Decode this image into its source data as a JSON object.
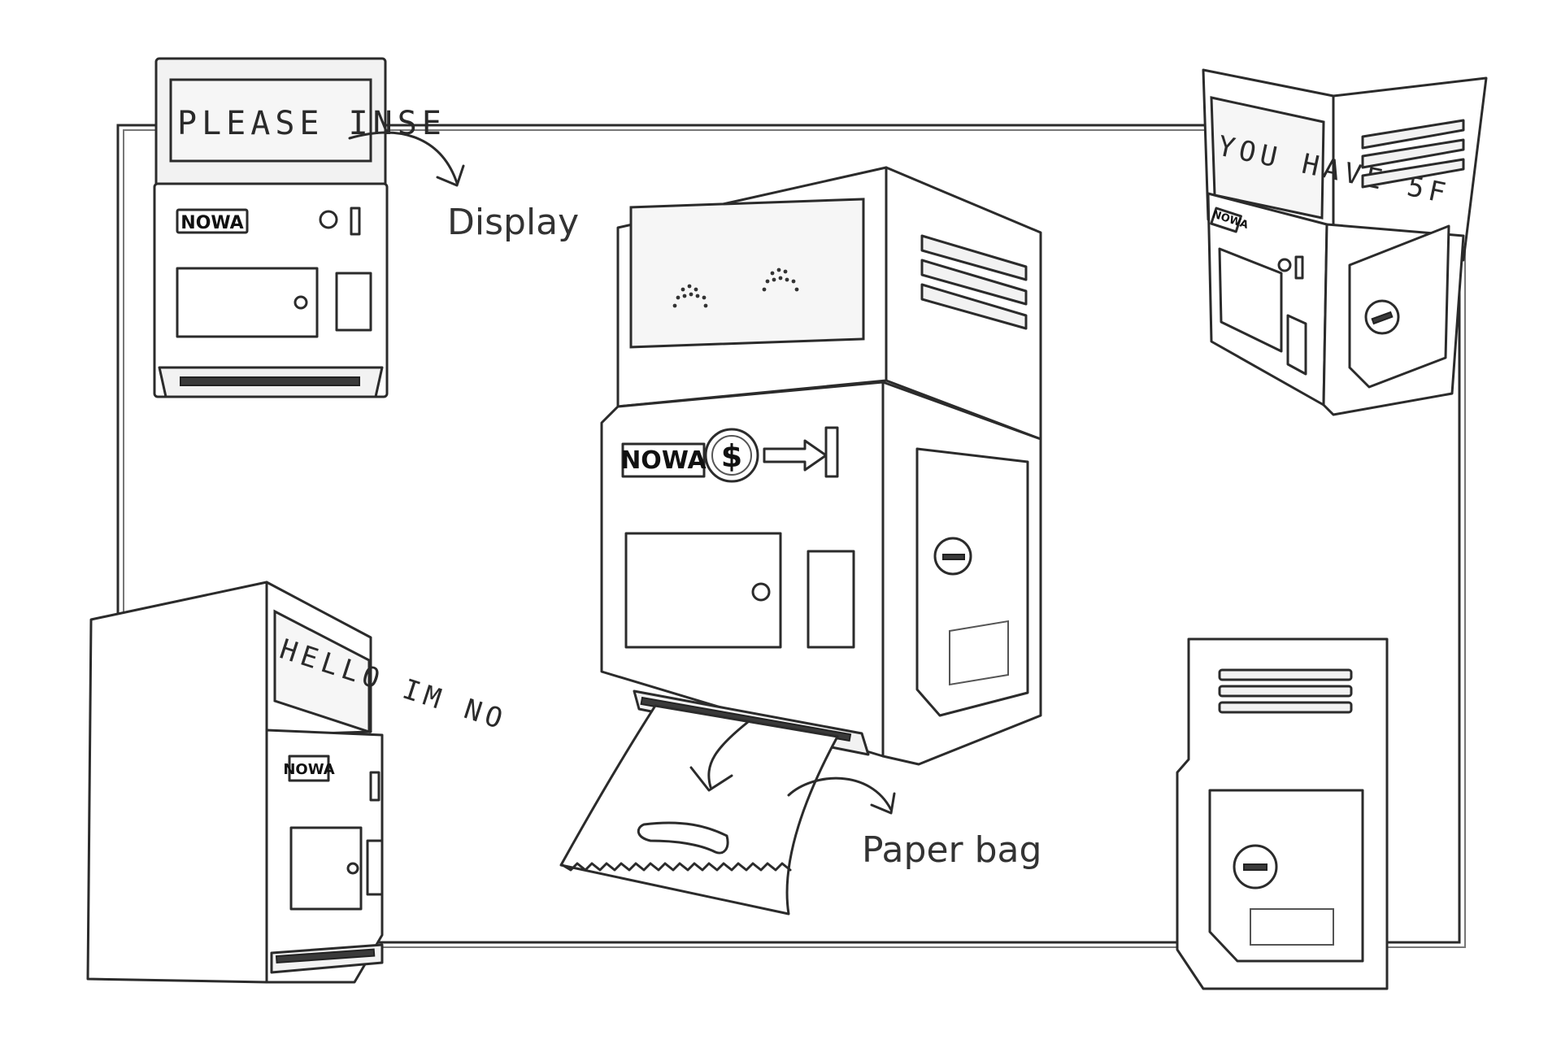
{
  "diagram": {
    "brand": "NOWA",
    "callouts": {
      "display": "Display",
      "paper_bag": "Paper bag"
    },
    "screens": {
      "front_view": "PLEASE INSE",
      "back_view": "YOU HAVE 5F",
      "left_view": "HELLO IM NO"
    },
    "coin_symbol": "$"
  }
}
